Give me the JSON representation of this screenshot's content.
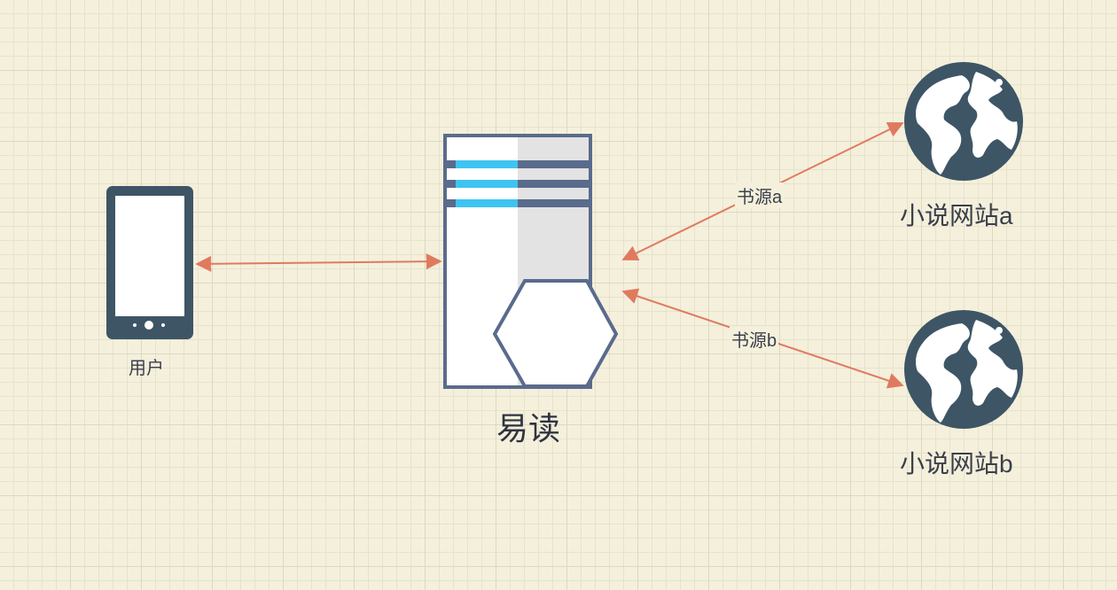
{
  "diagram": {
    "nodes": {
      "user": {
        "label": "用户",
        "icon": "smartphone-icon"
      },
      "server": {
        "label": "易读",
        "icon": "server-icon"
      },
      "site_a": {
        "label": "小说网站a",
        "icon": "globe-icon"
      },
      "site_b": {
        "label": "小说网站b",
        "icon": "globe-icon"
      }
    },
    "edges": [
      {
        "from": "user",
        "to": "server",
        "label": "",
        "bidirectional": true
      },
      {
        "from": "server",
        "to": "site_a",
        "label": "书源a",
        "bidirectional": true
      },
      {
        "from": "server",
        "to": "site_b",
        "label": "书源b",
        "bidirectional": true
      }
    ]
  },
  "colors": {
    "background": "#f4f0dc",
    "grid": "#dcd8c2",
    "arrow": "#e07a5f",
    "icon_dark": "#3e5566",
    "server_outline": "#5a6b8c",
    "server_stripe_accent": "#3ec4f0"
  }
}
